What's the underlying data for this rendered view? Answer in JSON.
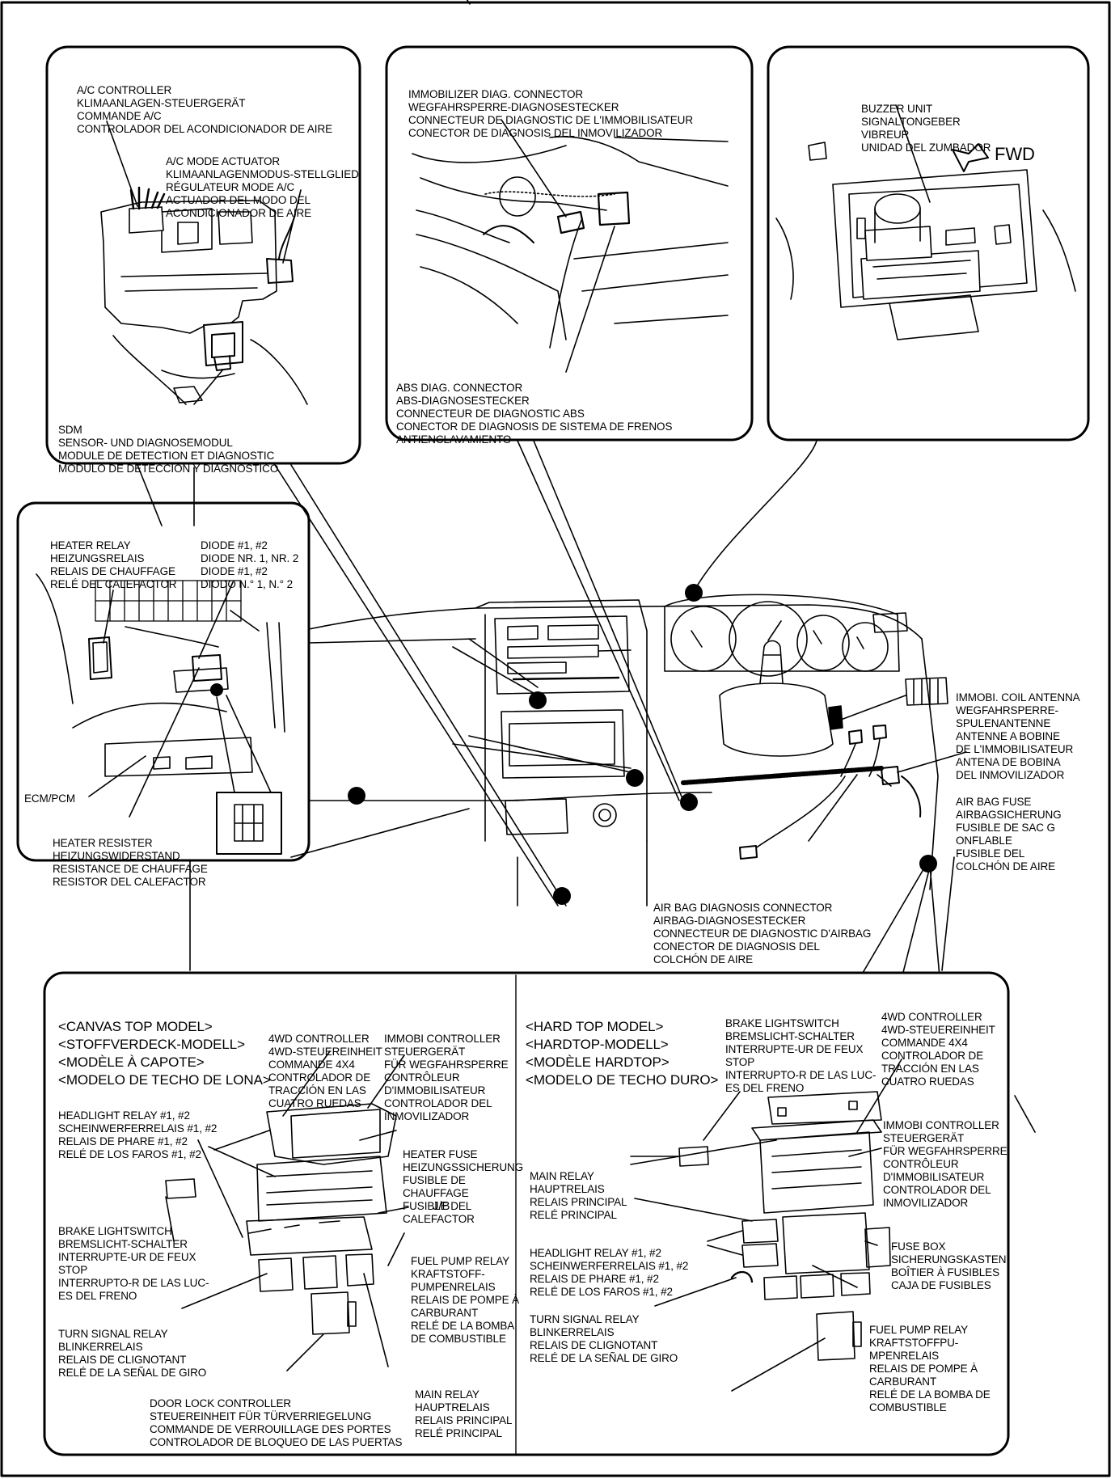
{
  "top_header_fragment": "(",
  "panel_ac": {
    "ac_controller": [
      "A/C CONTROLLER",
      "KLIMAANLAGEN-STEUERGERÄT",
      "COMMANDE A/C",
      "CONTROLADOR DEL ACONDICIONADOR DE AIRE"
    ],
    "ac_mode_actuator": [
      "A/C MODE ACTUATOR",
      "KLIMAANLAGENMODUS-STELLGLIED",
      "RÉGULATEUR MODE A/C",
      "ACTUADOR DEL MODO DEL",
      "ACONDICIONADOR DE AIRE"
    ],
    "sdm": [
      "SDM",
      "SENSOR- UND DIAGNOSEMODUL",
      "MODULE DE DETECTION ET DIAGNOSTIC",
      "MÓDULO DE DETECCIÓN Y DIAGNÓSTICO"
    ]
  },
  "panel_diag": {
    "immobilizer_diag": [
      "IMMOBILIZER DIAG. CONNECTOR",
      "WEGFAHRSPERRE-DIAGNOSESTECKER",
      "CONNECTEUR DE DIAGNOSTIC DE L'IMMOBILISATEUR",
      "CONECTOR DE DIAGNOSIS DEL INMOVILIZADOR"
    ],
    "abs_diag": [
      "ABS DIAG. CONNECTOR",
      "ABS-DIAGNOSESTECKER",
      "CONNECTEUR DE DIAGNOSTIC ABS",
      "CONECTOR DE DIAGNOSIS DE SISTEMA DE FRENOS",
      "ANTIENCLAVAMIENTO"
    ]
  },
  "panel_buzzer": {
    "buzzer_unit": [
      "BUZZER UNIT",
      "SIGNALTONGEBER",
      "VIBREUR",
      "UNIDAD DEL ZUMBADOR"
    ],
    "fwd": "FWD"
  },
  "panel_heater": {
    "heater_relay": [
      "HEATER RELAY",
      "HEIZUNGSRELAIS",
      "RELAIS DE CHAUFFAGE",
      "RELÉ DEL CALEFACTOR"
    ],
    "diode": [
      "DIODE #1, #2",
      "DIODE NR. 1, NR. 2",
      "DIODE #1, #2",
      "DIODO N.° 1, N.° 2"
    ],
    "ecm_pcm": "ECM/PCM",
    "heater_resister": [
      "HEATER RESISTER",
      "HEIZUNGSWIDERSTAND",
      "RESISTANCE DE CHAUFFAGE",
      "RESISTOR DEL CALEFACTOR"
    ]
  },
  "dashboard": {
    "immobi_coil_antenna": [
      "IMMOBI. COIL ANTENNA",
      "WEGFAHRSPERRE-",
      "SPULENANTENNE",
      "ANTENNE A BOBINE",
      "DE L'IMMOBILISATEUR",
      "ANTENA DE BOBINA",
      "DEL INMOVILIZADOR"
    ],
    "air_bag_fuse": [
      "AIR BAG FUSE",
      "AIRBAGSICHERUNG",
      "FUSIBLE DE SAC G",
      "ONFLABLE",
      "FUSIBLE DEL",
      "COLCHÓN DE AIRE"
    ],
    "air_bag_diag": [
      "AIR BAG DIAGNOSIS CONNECTOR",
      "AIRBAG-DIAGNOSESTECKER",
      "CONNECTEUR DE DIAGNOSTIC D'AIRBAG",
      "CONECTOR DE DIAGNOSIS DEL",
      "COLCHÓN DE AIRE"
    ]
  },
  "canvas_top": {
    "heading": [
      "<CANVAS TOP MODEL>",
      "<STOFFVERDECK-MODELL>",
      "<MODÈLE À CAPOTE>",
      "<MODELO DE TECHO DE LONA>"
    ],
    "controller_4wd": [
      "4WD CONTROLLER",
      "4WD-STEUEREINHEIT",
      "COMMANDE 4X4",
      "CONTROLADOR DE",
      "TRACCIÓN EN LAS",
      "CUATRO RUEDAS"
    ],
    "immobi_controller": [
      "IMMOBI CONTROLLER",
      "STEUERGERÄT",
      "FÜR WEGFAHRSPERRE",
      "CONTRÔLEUR",
      "D'IMMOBILISATEUR",
      "CONTROLADOR DEL",
      "INMOVILIZADOR"
    ],
    "headlight_relay": [
      "HEADLIGHT RELAY #1, #2",
      "SCHEINWERFERRELAIS #1, #2",
      "RELAIS DE PHARE #1, #2",
      "RELÉ DE LOS FAROS #1, #2"
    ],
    "heater_fuse": [
      "HEATER FUSE",
      "HEIZUNGSSICHERUNG",
      "FUSIBLE DE",
      "CHAUFFAGE",
      "FUSIBLE DEL",
      "CALEFACTOR"
    ],
    "brake_lightswitch": [
      "BRAKE LIGHTSWITCH",
      "BREMSLICHT-SCHALTER",
      "INTERRUPTE-UR DE FEUX",
      "STOP",
      "INTERRUPTO-R DE LAS LUC-",
      "ES DEL FRENO"
    ],
    "jb": "J/B",
    "fuel_pump_relay": [
      "FUEL PUMP RELAY",
      "KRAFTSTOFF-",
      "PUMPENRELAIS",
      "RELAIS DE POMPE À",
      "CARBURANT",
      "RELÉ DE LA BOMBA",
      "DE COMBUSTIBLE"
    ],
    "turn_signal_relay": [
      "TURN SIGNAL RELAY",
      "BLINKERRELAIS",
      "RELAIS DE CLIGNOTANT",
      "RELÉ DE LA SEÑAL DE GIRO"
    ],
    "door_lock_controller": [
      "DOOR LOCK CONTROLLER",
      "STEUEREINHEIT FÜR TÜRVERRIEGELUNG",
      "COMMANDE DE VERROUILLAGE DES PORTES",
      "CONTROLADOR DE BLOQUEO DE LAS PUERTAS"
    ],
    "main_relay": [
      "MAIN RELAY",
      "HAUPTRELAIS",
      "RELAIS PRINCIPAL",
      "RELÉ PRINCIPAL"
    ]
  },
  "hard_top": {
    "heading": [
      "<HARD TOP MODEL>",
      "<HARDTOP-MODELL>",
      "<MODÈLE HARDTOP>",
      "<MODELO DE TECHO DURO>"
    ],
    "brake_lightswitch": [
      "BRAKE LIGHTSWITCH",
      "BREMSLICHT-SCHALTER",
      "INTERRUPTE-UR DE FEUX",
      "STOP",
      "INTERRUPTO-R DE LAS LUC-",
      "ES DEL FRENO"
    ],
    "controller_4wd": [
      "4WD CONTROLLER",
      "4WD-STEUEREINHEIT",
      "COMMANDE 4X4",
      "CONTROLADOR DE",
      "TRACCIÓN EN LAS",
      "CUATRO RUEDAS"
    ],
    "immobi_controller": [
      "IMMOBI CONTROLLER",
      "STEUERGERÄT",
      "FÜR WEGFAHRSPERRE",
      "CONTRÔLEUR",
      "D'IMMOBILISATEUR",
      "CONTROLADOR DEL",
      "INMOVILIZADOR"
    ],
    "main_relay": [
      "MAIN RELAY",
      "HAUPTRELAIS",
      "RELAIS PRINCIPAL",
      "RELÉ PRINCIPAL"
    ],
    "headlight_relay": [
      "HEADLIGHT RELAY #1, #2",
      "SCHEINWERFERRELAIS #1, #2",
      "RELAIS DE PHARE #1, #2",
      "RELÉ DE LOS FAROS #1, #2"
    ],
    "fuse_box": [
      "FUSE BOX",
      "SICHERUNGSKASTEN",
      "BOÎTIER À FUSIBLES",
      "CAJA DE FUSIBLES"
    ],
    "turn_signal_relay": [
      "TURN SIGNAL RELAY",
      "BLINKERRELAIS",
      "RELAIS DE CLIGNOTANT",
      "RELÉ DE LA SEÑAL DE GIRO"
    ],
    "fuel_pump_relay": [
      "FUEL PUMP RELAY",
      "KRAFTSTOFFPU-",
      "MPENRELAIS",
      "RELAIS DE POMPE À",
      "CARBURANT",
      "RELÉ DE LA BOMBA DE",
      "COMBUSTIBLE"
    ]
  }
}
